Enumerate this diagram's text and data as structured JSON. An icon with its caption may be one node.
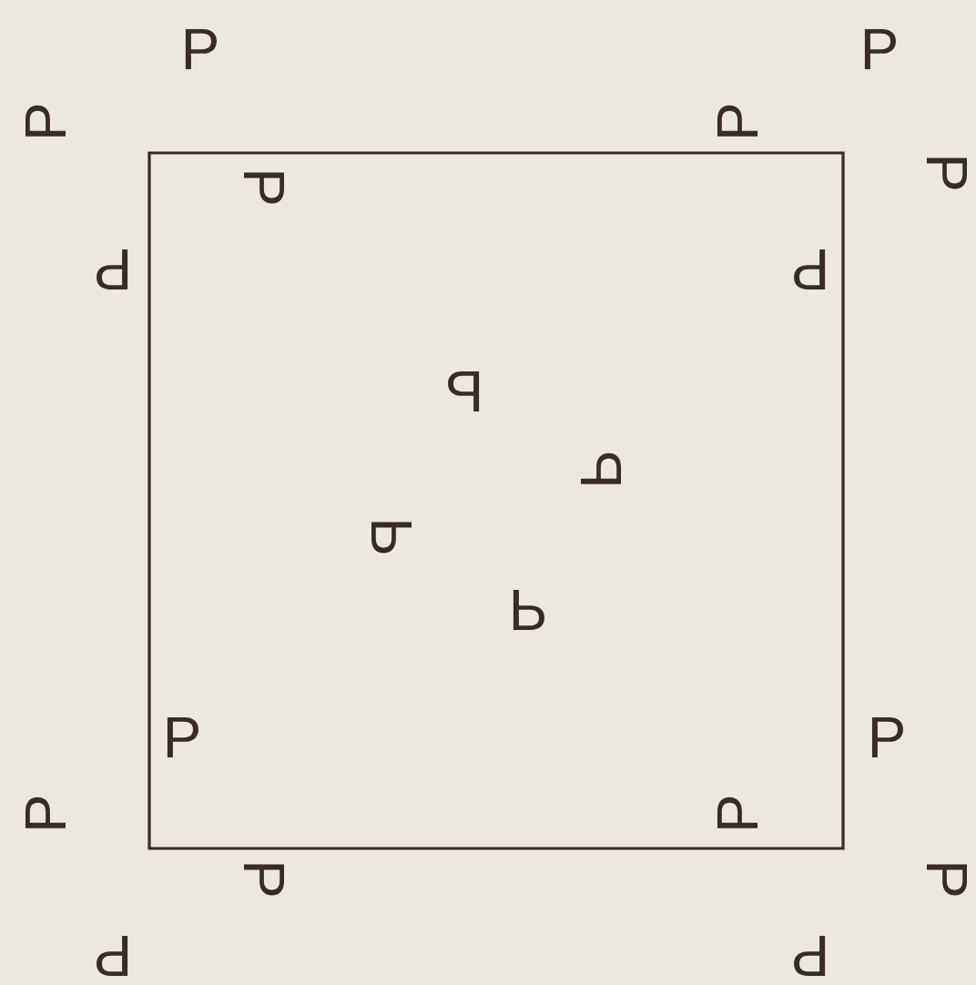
{
  "diagram": {
    "labels": [
      "P",
      "P",
      "P",
      "P",
      "P",
      "P",
      "P",
      "P",
      "P",
      "P",
      "P",
      "P",
      "P",
      "P",
      "P",
      "P",
      "P",
      "P",
      "P",
      "P"
    ]
  }
}
